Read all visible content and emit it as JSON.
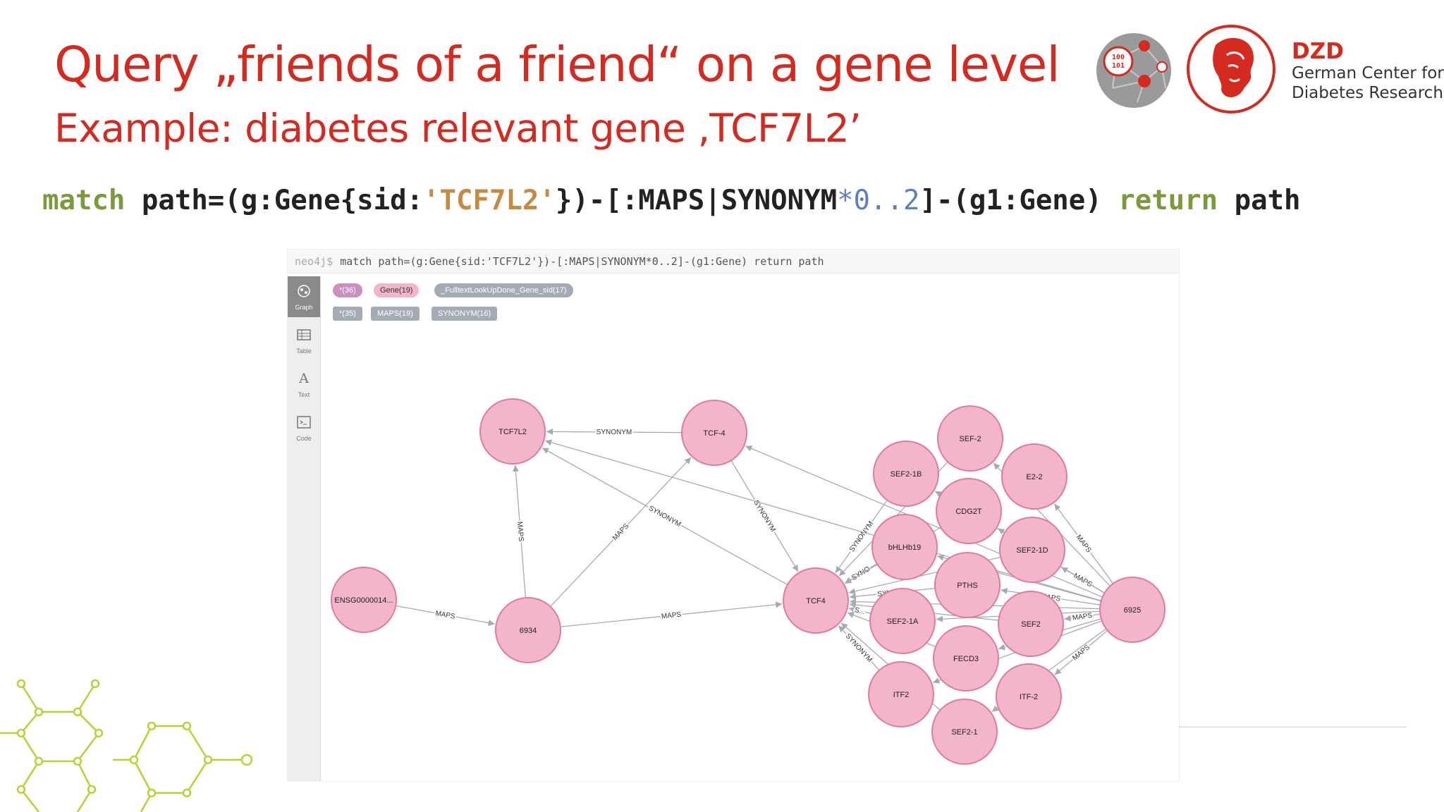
{
  "slide": {
    "title": "Query „friends of a friend“ on a gene level",
    "subtitle": "Example: diabetes relevant gene ‚TCF7L2’",
    "query": {
      "kw_match": "match",
      "part1": " path=(g:Gene{sid:",
      "str": "'TCF7L2'",
      "part2": "})-[:MAPS|SYNONYM",
      "range": "*0..2",
      "part3": "]-(g1:Gene) ",
      "kw_return": "return",
      "part4": " path"
    },
    "logo": {
      "abbr": "DZD",
      "line1": "German Center for",
      "line2": "Diabetes Research",
      "icon_text": "100 101"
    },
    "colors": {
      "accent": "#d42a20",
      "keyword": "#7b9a3c",
      "string": "#c68a42",
      "node": "#f2b5c9",
      "node_stroke": "#e07aa0",
      "hex": "#b4d334"
    }
  },
  "neo4j": {
    "prompt": "neo4j$",
    "command": "match path=(g:Gene{sid:'TCF7L2'})-[:MAPS|SYNONYM*0..2]-(g1:Gene) return path",
    "sidebar": [
      {
        "label": "Graph",
        "icon": "graph-icon"
      },
      {
        "label": "Table",
        "icon": "table-icon"
      },
      {
        "label": "Text",
        "icon": "text-icon",
        "glyph": "A"
      },
      {
        "label": "Code",
        "icon": "code-icon",
        "glyph": ">_"
      }
    ],
    "node_labels": {
      "all": "*(36)",
      "gene": "Gene(19)",
      "fulltext": "_FulltextLookUpDone_Gene_sid(17)"
    },
    "rel_types": {
      "all": "*(35)",
      "maps": "MAPS(19)",
      "synonym": "SYNONYM(16)"
    },
    "nodes": [
      {
        "id": "TCF7L2",
        "label": "TCF7L2"
      },
      {
        "id": "TCF-4",
        "label": "TCF-4"
      },
      {
        "id": "ENSG",
        "label": "ENSG0000014..."
      },
      {
        "id": "6934",
        "label": "6934"
      },
      {
        "id": "TCF4",
        "label": "TCF4"
      },
      {
        "id": "SEF-2",
        "label": "SEF-2"
      },
      {
        "id": "SEF2-1B",
        "label": "SEF2-1B"
      },
      {
        "id": "E2-2",
        "label": "E2-2"
      },
      {
        "id": "CDG2T",
        "label": "CDG2T"
      },
      {
        "id": "bHLHb19",
        "label": "bHLHb19"
      },
      {
        "id": "SEF2-1D",
        "label": "SEF2-1D"
      },
      {
        "id": "PTHS",
        "label": "PTHS"
      },
      {
        "id": "6925",
        "label": "6925"
      },
      {
        "id": "SEF2-1A",
        "label": "SEF2-1A"
      },
      {
        "id": "SEF2",
        "label": "SEF2"
      },
      {
        "id": "FECD3",
        "label": "FECD3"
      },
      {
        "id": "ITF2",
        "label": "ITF2"
      },
      {
        "id": "ITF-2",
        "label": "ITF-2"
      },
      {
        "id": "SEF2-1",
        "label": "SEF2-1"
      }
    ],
    "edges": [
      {
        "from": "TCF-4",
        "to": "TCF7L2",
        "type": "SYNONYM",
        "show": "SYNONYM"
      },
      {
        "from": "6934",
        "to": "TCF7L2",
        "type": "MAPS",
        "show": "MAPS"
      },
      {
        "from": "6934",
        "to": "TCF-4",
        "type": "MAPS",
        "show": "MAPS"
      },
      {
        "from": "ENSG",
        "to": "6934",
        "type": "MAPS",
        "show": "MAPS"
      },
      {
        "from": "6934",
        "to": "TCF4",
        "type": "MAPS",
        "show": "MAPS"
      },
      {
        "from": "TCF4",
        "to": "TCF7L2",
        "type": "SYNONYM",
        "show": "SYNONYM"
      },
      {
        "from": "TCF-4",
        "to": "TCF4",
        "type": "SYNONYM",
        "show": "SYNONYM"
      },
      {
        "from": "SEF2-1B",
        "to": "TCF4",
        "type": "SYNONYM",
        "show": "SYNONYM"
      },
      {
        "from": "SEF-2",
        "to": "TCF4",
        "type": "SYNONYM",
        "show": ""
      },
      {
        "from": "bHLHb19",
        "to": "TCF4",
        "type": "SYNONYM",
        "show": "SYNO"
      },
      {
        "from": "CDG2T",
        "to": "TCF4",
        "type": "SYNONYM",
        "show": ""
      },
      {
        "from": "PTHS",
        "to": "TCF4",
        "type": "SYNONYM",
        "show": "SYNONY"
      },
      {
        "from": "SEF2-1A",
        "to": "TCF4",
        "type": "SYNONYM",
        "show": "S..."
      },
      {
        "from": "SEF2",
        "to": "TCF4",
        "type": "SYNONYM",
        "show": ""
      },
      {
        "from": "ITF2",
        "to": "TCF4",
        "type": "SYNONYM",
        "show": "SYNONYM"
      },
      {
        "from": "FECD3",
        "to": "TCF4",
        "type": "SYNONYM",
        "show": ""
      },
      {
        "from": "SEF2-1",
        "to": "TCF4",
        "type": "SYNONYM",
        "show": ""
      },
      {
        "from": "SEF2-1D",
        "to": "TCF4",
        "type": "SYNONYM",
        "show": ""
      },
      {
        "from": "6925",
        "to": "TCF-4",
        "type": "MAPS",
        "show": ""
      },
      {
        "from": "6925",
        "to": "E2-2",
        "type": "MAPS",
        "show": "MAPS"
      },
      {
        "from": "6925",
        "to": "SEF2-1D",
        "type": "MAPS",
        "show": "MAPS"
      },
      {
        "from": "6925",
        "to": "SEF2",
        "type": "MAPS",
        "show": "MAPS"
      },
      {
        "from": "6925",
        "to": "ITF-2",
        "type": "MAPS",
        "show": "MAPS"
      },
      {
        "from": "6925",
        "to": "PTHS",
        "type": "MAPS",
        "show": "MAPS"
      },
      {
        "from": "6925",
        "to": "CDG2T",
        "type": "MAPS",
        "show": ""
      },
      {
        "from": "6925",
        "to": "SEF-2",
        "type": "MAPS",
        "show": ""
      },
      {
        "from": "6925",
        "to": "SEF2-1B",
        "type": "MAPS",
        "show": ""
      },
      {
        "from": "6925",
        "to": "bHLHb19",
        "type": "MAPS",
        "show": ""
      },
      {
        "from": "6925",
        "to": "SEF2-1A",
        "type": "MAPS",
        "show": ""
      },
      {
        "from": "6925",
        "to": "FECD3",
        "type": "MAPS",
        "show": ""
      },
      {
        "from": "6925",
        "to": "ITF2",
        "type": "MAPS",
        "show": ""
      },
      {
        "from": "6925",
        "to": "SEF2-1",
        "type": "MAPS",
        "show": ""
      },
      {
        "from": "6925",
        "to": "TCF4",
        "type": "MAPS",
        "show": ""
      },
      {
        "from": "6925",
        "to": "TCF7L2",
        "type": "MAPS",
        "show": ""
      }
    ]
  }
}
